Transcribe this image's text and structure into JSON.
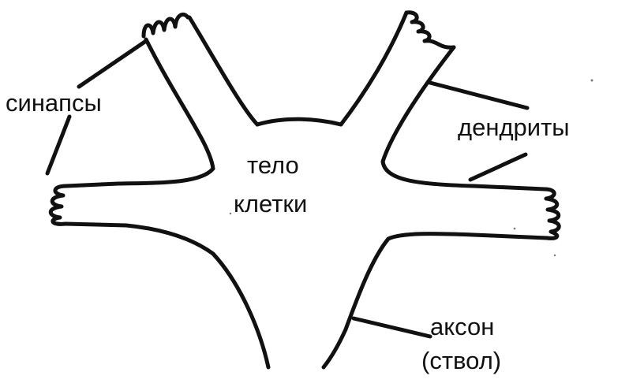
{
  "labels": {
    "synapses": "синапсы",
    "dendrites": "дендриты",
    "cell_body_line1": "тело",
    "cell_body_line2": "клетки",
    "axon_line1": "аксон",
    "axon_line2": "(ствол)"
  },
  "colors": {
    "ink": "#111111",
    "background": "#ffffff"
  }
}
